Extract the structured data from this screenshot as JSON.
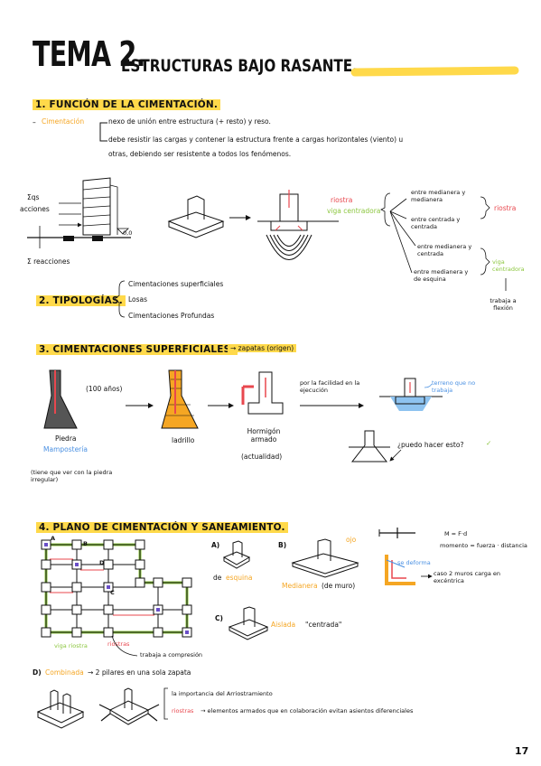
{
  "header": {
    "tema": "TEMA 2.",
    "subtitle": "ESTRUCTURAS BAJO RASANTE."
  },
  "s1": {
    "heading": "1. FUNCIÓN DE LA CIMENTACIÓN.",
    "term": "Cimentación",
    "line1": "nexo de unión entre estructura (+ resto) y reso.",
    "line2": "debe resistir las cargas y contener la estructura frente a cargas horizontales (viento) u",
    "line3": "otras, debiendo ser resistente a todos los fenómenos.",
    "qs": "Σqs",
    "acciones": "acciones",
    "reacciones": "Σ reacciones",
    "level": "0,0",
    "riostra": "riostra",
    "viga_centradora": "viga centradora",
    "b1": "entre medianera y medianera",
    "b2": "entre centrada y centrada",
    "b3": "entre medianera y centrada",
    "b4": "entre medianera y de esquina",
    "riostra2": "riostra",
    "viga2": "viga centradora",
    "flexion": "trabaja a flexión"
  },
  "s2": {
    "heading": "2. TIPOLOGÍAS.",
    "items": [
      "Cimentaciones superficiales",
      "Losas",
      "Cimentaciones Profundas"
    ]
  },
  "s3": {
    "heading": "3. CIMENTACIONES SUPERFICIALES.",
    "arrow_note": "→ zapatas (origen)",
    "years": "(100 años)",
    "piedra": "Piedra",
    "mamposteria": "Mampostería",
    "piedra_note": "(tiene que ver con la piedra irregular)",
    "ladrillo": "ladrillo",
    "hormigon": "Hormigón armado",
    "actualidad": "(actualidad)",
    "facilidad": "por la facilidad en la ejecución",
    "terreno": "terreno que no trabaja",
    "question": "¿puedo hacer esto?",
    "check": "✓"
  },
  "s4": {
    "heading": "4. PLANO DE CIMENTACIÓN Y SANEAMIENTO.",
    "grid_labels": [
      "A",
      "B",
      "C",
      "D"
    ],
    "a_label": "A)",
    "a_text_pre": "de",
    "a_text": "esquina",
    "b_label": "B)",
    "b_text": "Medianera",
    "b_text2": "(de muro)",
    "ojo": "ojo",
    "se_deforma": "se deforma",
    "m_formula": "M = F·d",
    "momento": "momento = fuerza · distancia",
    "caso": "caso 2 muros carga en excéntrica",
    "c_label": "C)",
    "c_text": "Aislada",
    "c_text2": "\"centrada\"",
    "viga_riostra": "viga riostra",
    "riostras": "riostras",
    "compresion": "trabaja a compresión",
    "d_label": "D)",
    "d_text": "Combinada",
    "d_rest": "→ 2 pilares en una sola zapata",
    "arr1": "la importancia del Arriostramiento",
    "arr2_term": "riostras",
    "arr2": "→ elementos armados que en colaboración evitan asientos diferenciales"
  },
  "page_number": "17"
}
